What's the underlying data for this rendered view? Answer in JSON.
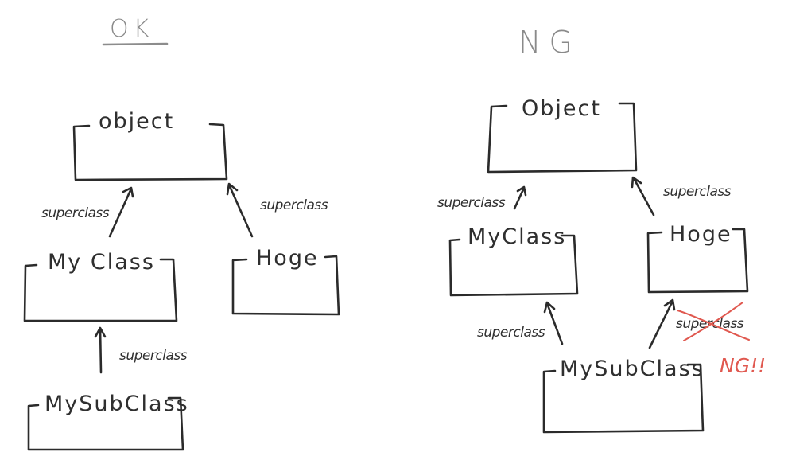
{
  "headings": {
    "ok": "OK",
    "ng": "NG"
  },
  "ok_diagram": {
    "classes": {
      "object": "object",
      "myclass": "My Class",
      "hoge": "Hoge",
      "mysubclass": "MySubClass"
    },
    "edges": {
      "myclass_to_object": "superclass",
      "hoge_to_object": "superclass",
      "mysubclass_to_myclass": "superclass"
    }
  },
  "ng_diagram": {
    "classes": {
      "object": "Object",
      "myclass": "MyClass",
      "hoge": "Hoge",
      "mysubclass": "MySubClass"
    },
    "edges": {
      "myclass_to_object": "superclass",
      "hoge_to_object": "superclass",
      "mysubclass_to_myclass": "superclass",
      "mysubclass_to_hoge": "superclass"
    },
    "ng_mark": "NG!!"
  },
  "colors": {
    "ink": "#2b2b2b",
    "heading": "#8a8a8a",
    "error": "#e0584f"
  }
}
